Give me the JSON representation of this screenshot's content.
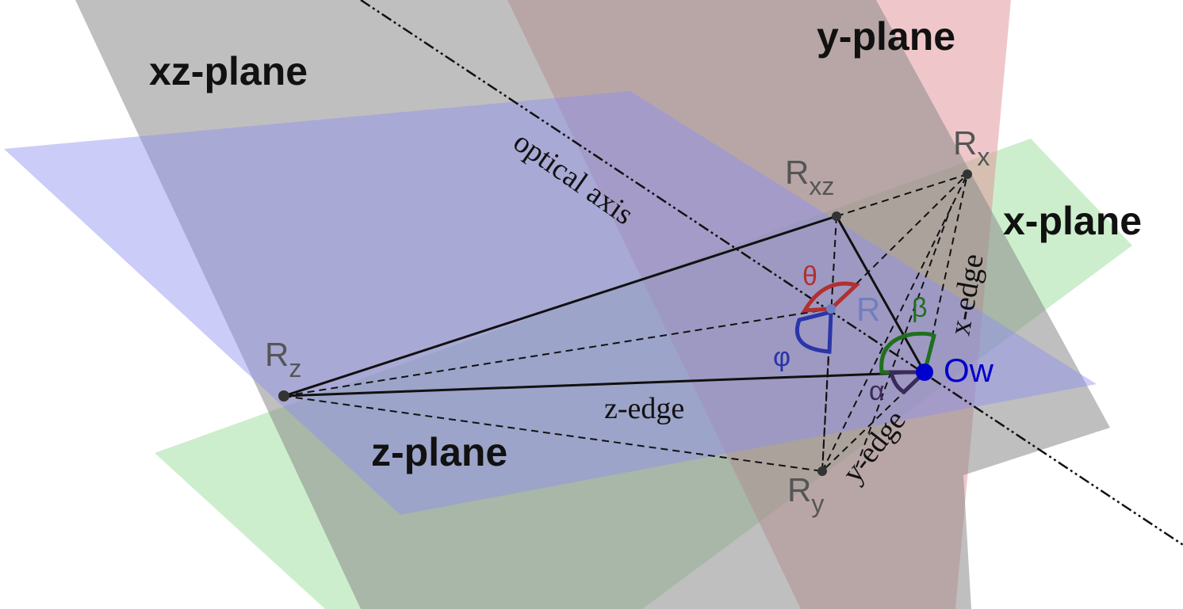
{
  "colors": {
    "background": "#ffffff",
    "xz_plane": "#8a8a8a",
    "y_plane": "#e08f96",
    "x_plane": "#8fd98f",
    "z_plane": "#8e8ef2",
    "lines": "#111111",
    "points": "#333333",
    "origin": "#0000cc",
    "theta": "#b03030",
    "phi": "#2a35a8",
    "beta": "#1f6f1f",
    "alpha": "#3a2a5a"
  },
  "planes": {
    "xz": "xz-plane",
    "y": "y-plane",
    "x": "x-plane",
    "z": "z-plane"
  },
  "points": {
    "r_x": {
      "main": "R",
      "sub": "x"
    },
    "r_xz": {
      "main": "R",
      "sub": "xz"
    },
    "r_z": {
      "main": "R",
      "sub": "z"
    },
    "r_y": {
      "main": "R",
      "sub": "y"
    },
    "r": {
      "main": "R"
    },
    "origin": {
      "main": "Ow"
    }
  },
  "edges": {
    "optical_axis": "optical axis",
    "z_edge": "z-edge",
    "x_edge": "x-edge",
    "y_edge": "y-edge"
  },
  "angles": {
    "theta": "θ",
    "phi": "φ",
    "beta": "β",
    "alpha": "α"
  }
}
